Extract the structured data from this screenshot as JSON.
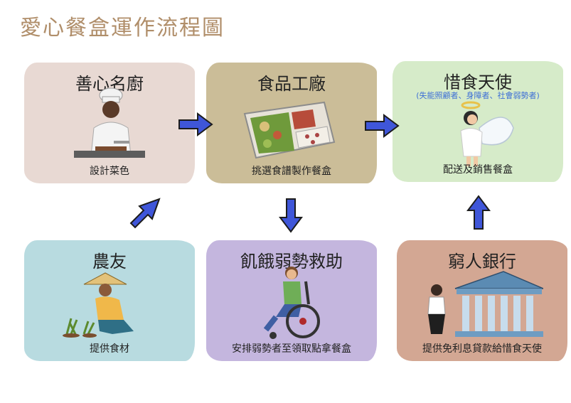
{
  "title": "愛心餐盒運作流程圖",
  "colors": {
    "arrow_fill": "#3f56d9",
    "arrow_stroke": "#1c1c1c",
    "title": "#b08e6a"
  },
  "cards": {
    "chef": {
      "heading": "善心名廚",
      "caption": "設計菜色"
    },
    "factory": {
      "heading": "食品工廠",
      "caption": "挑選食譜製作餐盒"
    },
    "angel": {
      "heading": "惜食天使",
      "subheading": "(失能照顧者、身障者、社會弱勢者)",
      "caption": "配送及銷售餐盒"
    },
    "farmer": {
      "heading": "農友",
      "caption": "提供食材"
    },
    "aid": {
      "heading": "飢餓弱勢救助",
      "caption": "安排弱勢者至領取點拿餐盒"
    },
    "bank": {
      "heading": "窮人銀行",
      "caption": "提供免利息貸款給惜食天使"
    }
  }
}
